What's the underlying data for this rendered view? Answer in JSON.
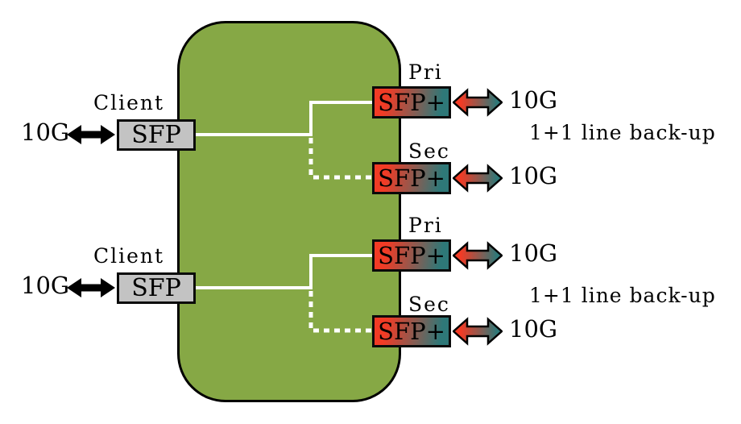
{
  "diagram": {
    "type": "network-transponder-diagram",
    "device": {
      "kind": "muxponder-body",
      "fill": "#86a845"
    },
    "channels": [
      {
        "client_label": "Client",
        "client_port": "SFP",
        "client_rate": "10G",
        "pri_label": "Pri",
        "pri_port": "SFP+",
        "pri_rate": "10G",
        "sec_label": "Sec",
        "sec_port": "SFP+",
        "sec_rate": "10G",
        "backup_note": "1+1 line back-up"
      },
      {
        "client_label": "Client",
        "client_port": "SFP",
        "client_rate": "10G",
        "pri_label": "Pri",
        "pri_port": "SFP+",
        "pri_rate": "10G",
        "sec_label": "Sec",
        "sec_port": "SFP+",
        "sec_rate": "10G",
        "backup_note": "1+1 line back-up"
      }
    ],
    "connections": {
      "primary_style": "solid-white",
      "secondary_style": "dashed-white"
    },
    "colors": {
      "canvas_background": "#ffffff",
      "device_fill": "#86a845",
      "device_border": "#000000",
      "client_box_fill": "#c3c3c3",
      "sfp_plus_gradient_start": "#f23b25",
      "sfp_plus_gradient_end": "#2e7878",
      "connector_line": "#ffffff",
      "client_arrow": "#000000",
      "text": "#000000"
    }
  }
}
